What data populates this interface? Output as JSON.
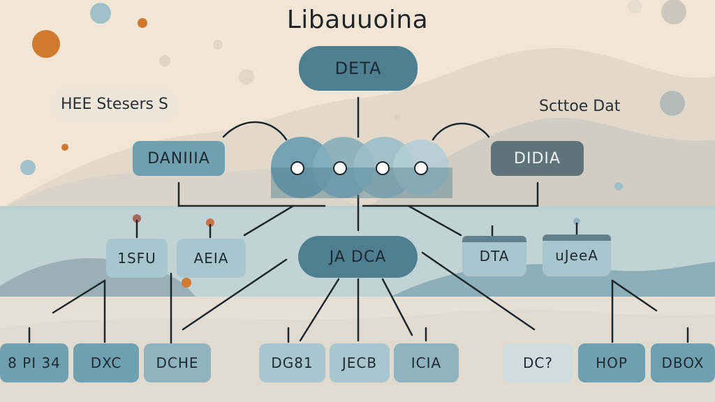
{
  "title": "Libauuoina",
  "side_labels": {
    "left": "HEE Stesers S",
    "right": "Scttoe Dat"
  },
  "nodes": {
    "top": "DETA",
    "upper_left": "DANIIIA",
    "upper_right": "DIDIA",
    "center": "JA DCA",
    "mid_1": "1SFU",
    "mid_2": "AEIA",
    "mid_3": "DTA",
    "mid_4": "uJeeA",
    "bottom_1": "8 PI 34",
    "bottom_2": "DXC",
    "bottom_3": "DCHE",
    "bottom_4": "DG81",
    "bottom_5": "JECB",
    "bottom_6": "ICIA",
    "bottom_7": "DC?",
    "bottom_8": "HOP",
    "bottom_9": "DBOX"
  },
  "colors": {
    "background": "#f1e6d6",
    "teal_dark": "#4e7f91",
    "teal": "#6ea0b0",
    "teal_light": "#a9c6cf",
    "slate": "#5f7479",
    "orange_accent": "#d07a30"
  }
}
